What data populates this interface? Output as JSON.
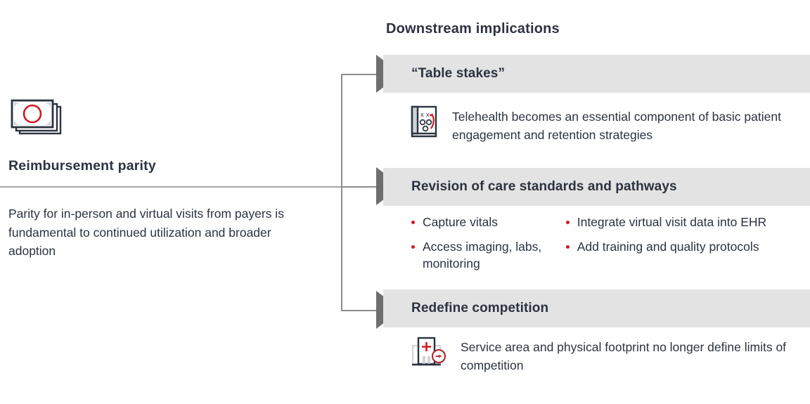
{
  "left": {
    "icon_name": "banknotes-stack-icon",
    "title": "Reimbursement parity",
    "body": "Parity for in-person and virtual visits from payers is fundamental to continued utilization and broader adoption"
  },
  "right": {
    "title": "Downstream implications",
    "sections": [
      {
        "id": "table-stakes",
        "heading": "“Table stakes”",
        "icon_name": "playbook-icon",
        "body": "Telehealth becomes an essential component of basic patient engagement and retention strategies",
        "bullets": []
      },
      {
        "id": "revision-of-care-standards",
        "heading": "Revision of care standards and pathways",
        "icon_name": "",
        "body": "",
        "bullet_columns": [
          [
            "Capture vitals",
            "Access imaging, labs, monitoring"
          ],
          [
            "Integrate virtual visit data into EHR",
            "Add training and quality protocols"
          ]
        ]
      },
      {
        "id": "redefine-competition",
        "heading": "Redefine competition",
        "icon_name": "hospital-relocation-icon",
        "body": "Service area and physical footprint no longer define limits of competition",
        "bullets": []
      }
    ]
  },
  "colors": {
    "accent_red": "#d31920",
    "text_navy": "#2b3340",
    "band_gray": "#e3e3e3",
    "arrow_gray": "#6e6e6e",
    "connector_gray": "#8c8c8c",
    "rule_gray": "#a6a6a6",
    "icon_light_gray": "#cfd3d6"
  }
}
